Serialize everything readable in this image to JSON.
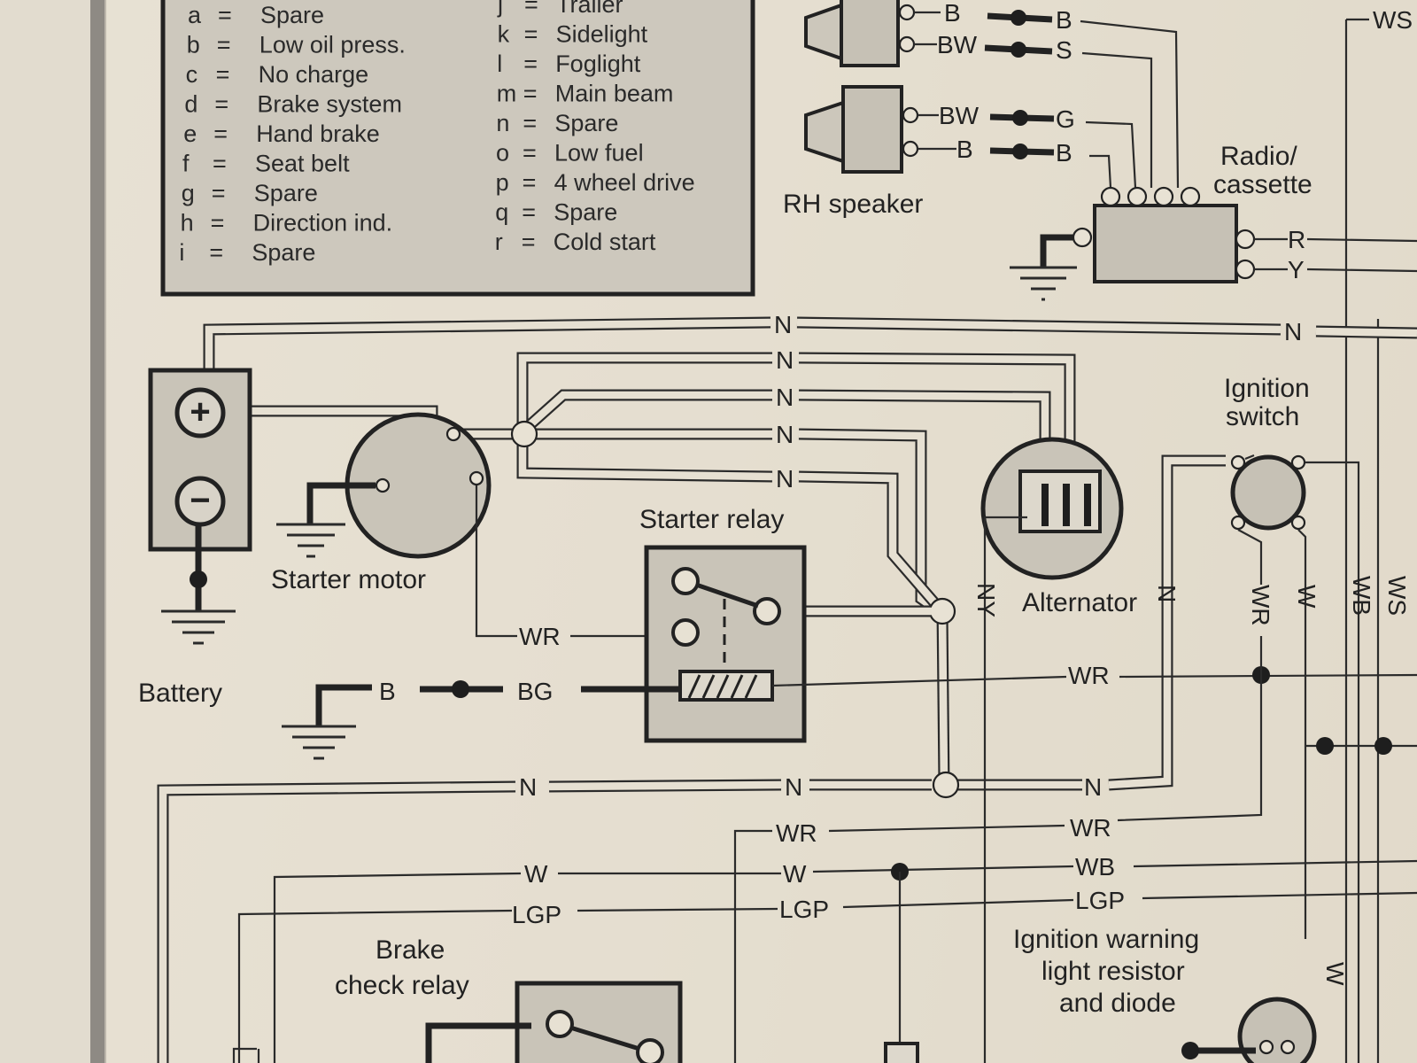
{
  "legend": {
    "left": [
      {
        "key": "a",
        "eq": "=",
        "label": "Spare"
      },
      {
        "key": "b",
        "eq": "=",
        "label": "Low oil press."
      },
      {
        "key": "c",
        "eq": "=",
        "label": "No charge"
      },
      {
        "key": "d",
        "eq": "=",
        "label": "Brake system"
      },
      {
        "key": "e",
        "eq": "=",
        "label": "Hand brake"
      },
      {
        "key": "f",
        "eq": "=",
        "label": "Seat belt"
      },
      {
        "key": "g",
        "eq": "=",
        "label": "Spare"
      },
      {
        "key": "h",
        "eq": "=",
        "label": "Direction ind."
      },
      {
        "key": "i",
        "eq": "=",
        "label": "Spare"
      }
    ],
    "right": [
      {
        "key": "j",
        "eq": "=",
        "label": "Trailer"
      },
      {
        "key": "k",
        "eq": "=",
        "label": "Sidelight"
      },
      {
        "key": "l",
        "eq": "=",
        "label": "Foglight"
      },
      {
        "key": "m",
        "eq": "=",
        "label": "Main beam"
      },
      {
        "key": "n",
        "eq": "=",
        "label": "Spare"
      },
      {
        "key": "o",
        "eq": "=",
        "label": "Low fuel"
      },
      {
        "key": "p",
        "eq": "=",
        "label": "4 wheel drive"
      },
      {
        "key": "q",
        "eq": "=",
        "label": "Spare"
      },
      {
        "key": "r",
        "eq": "=",
        "label": "Cold start"
      }
    ]
  },
  "components": {
    "rh_speaker": "RH speaker",
    "radio_line1": "Radio/",
    "radio_line2": "cassette",
    "battery": "Battery",
    "starter_motor": "Starter motor",
    "starter_relay": "Starter relay",
    "alternator": "Alternator",
    "ignition_line1": "Ignition",
    "ignition_line2": "switch",
    "brake_line1": "Brake",
    "brake_line2": "check relay",
    "warning_line1": "Ignition warning",
    "warning_line2": "light resistor",
    "warning_line3": "and diode"
  },
  "symbols": {
    "battery_pos": "+",
    "battery_neg": "−"
  },
  "wires": {
    "spk_top_b": "B",
    "spk_top_bw": "BW",
    "spk_top_b_r": "B",
    "spk_top_s_r": "S",
    "spk_rh_bw": "BW",
    "spk_rh_b": "B",
    "spk_rh_g_r": "G",
    "spk_rh_b_r": "B",
    "ws_top": "WS",
    "radio_r": "R",
    "radio_y": "Y",
    "n1": "N",
    "n1_right": "N",
    "n2": "N",
    "n3": "N",
    "n4": "N",
    "n5": "N",
    "wr_starter": "WR",
    "b_ground": "B",
    "bg_relay": "BG",
    "wr_right": "WR",
    "ny_alt": "NY",
    "n_vert": "N",
    "wr_vert": "WR",
    "w_vert": "W",
    "wb_vert": "WB",
    "ws_vert": "WS",
    "n_low_left": "N",
    "n_low_mid": "N",
    "n_low_right": "N",
    "wr_low_mid": "WR",
    "wr_low_right": "WR",
    "w_low_left": "W",
    "w_low_mid": "W",
    "wb_low_right": "WB",
    "lgp_low_left": "LGP",
    "lgp_low_mid": "LGP",
    "lgp_low_right": "LGP",
    "w_vert_low": "W"
  }
}
